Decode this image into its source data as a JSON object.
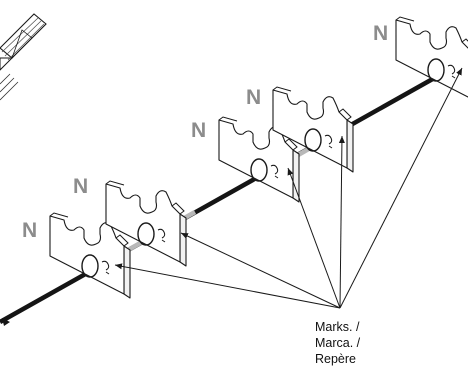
{
  "nut_labels": [
    "N",
    "N",
    "N",
    "N",
    "N"
  ],
  "callout": {
    "line1": "Marks. /",
    "line2": "Marca.  /",
    "line3": "Repère"
  },
  "colors": {
    "rod_dark": "#151515",
    "rod_light": "#b8b8b8",
    "label_gray": "#8c8c8c",
    "line": "#1a1a1a"
  }
}
